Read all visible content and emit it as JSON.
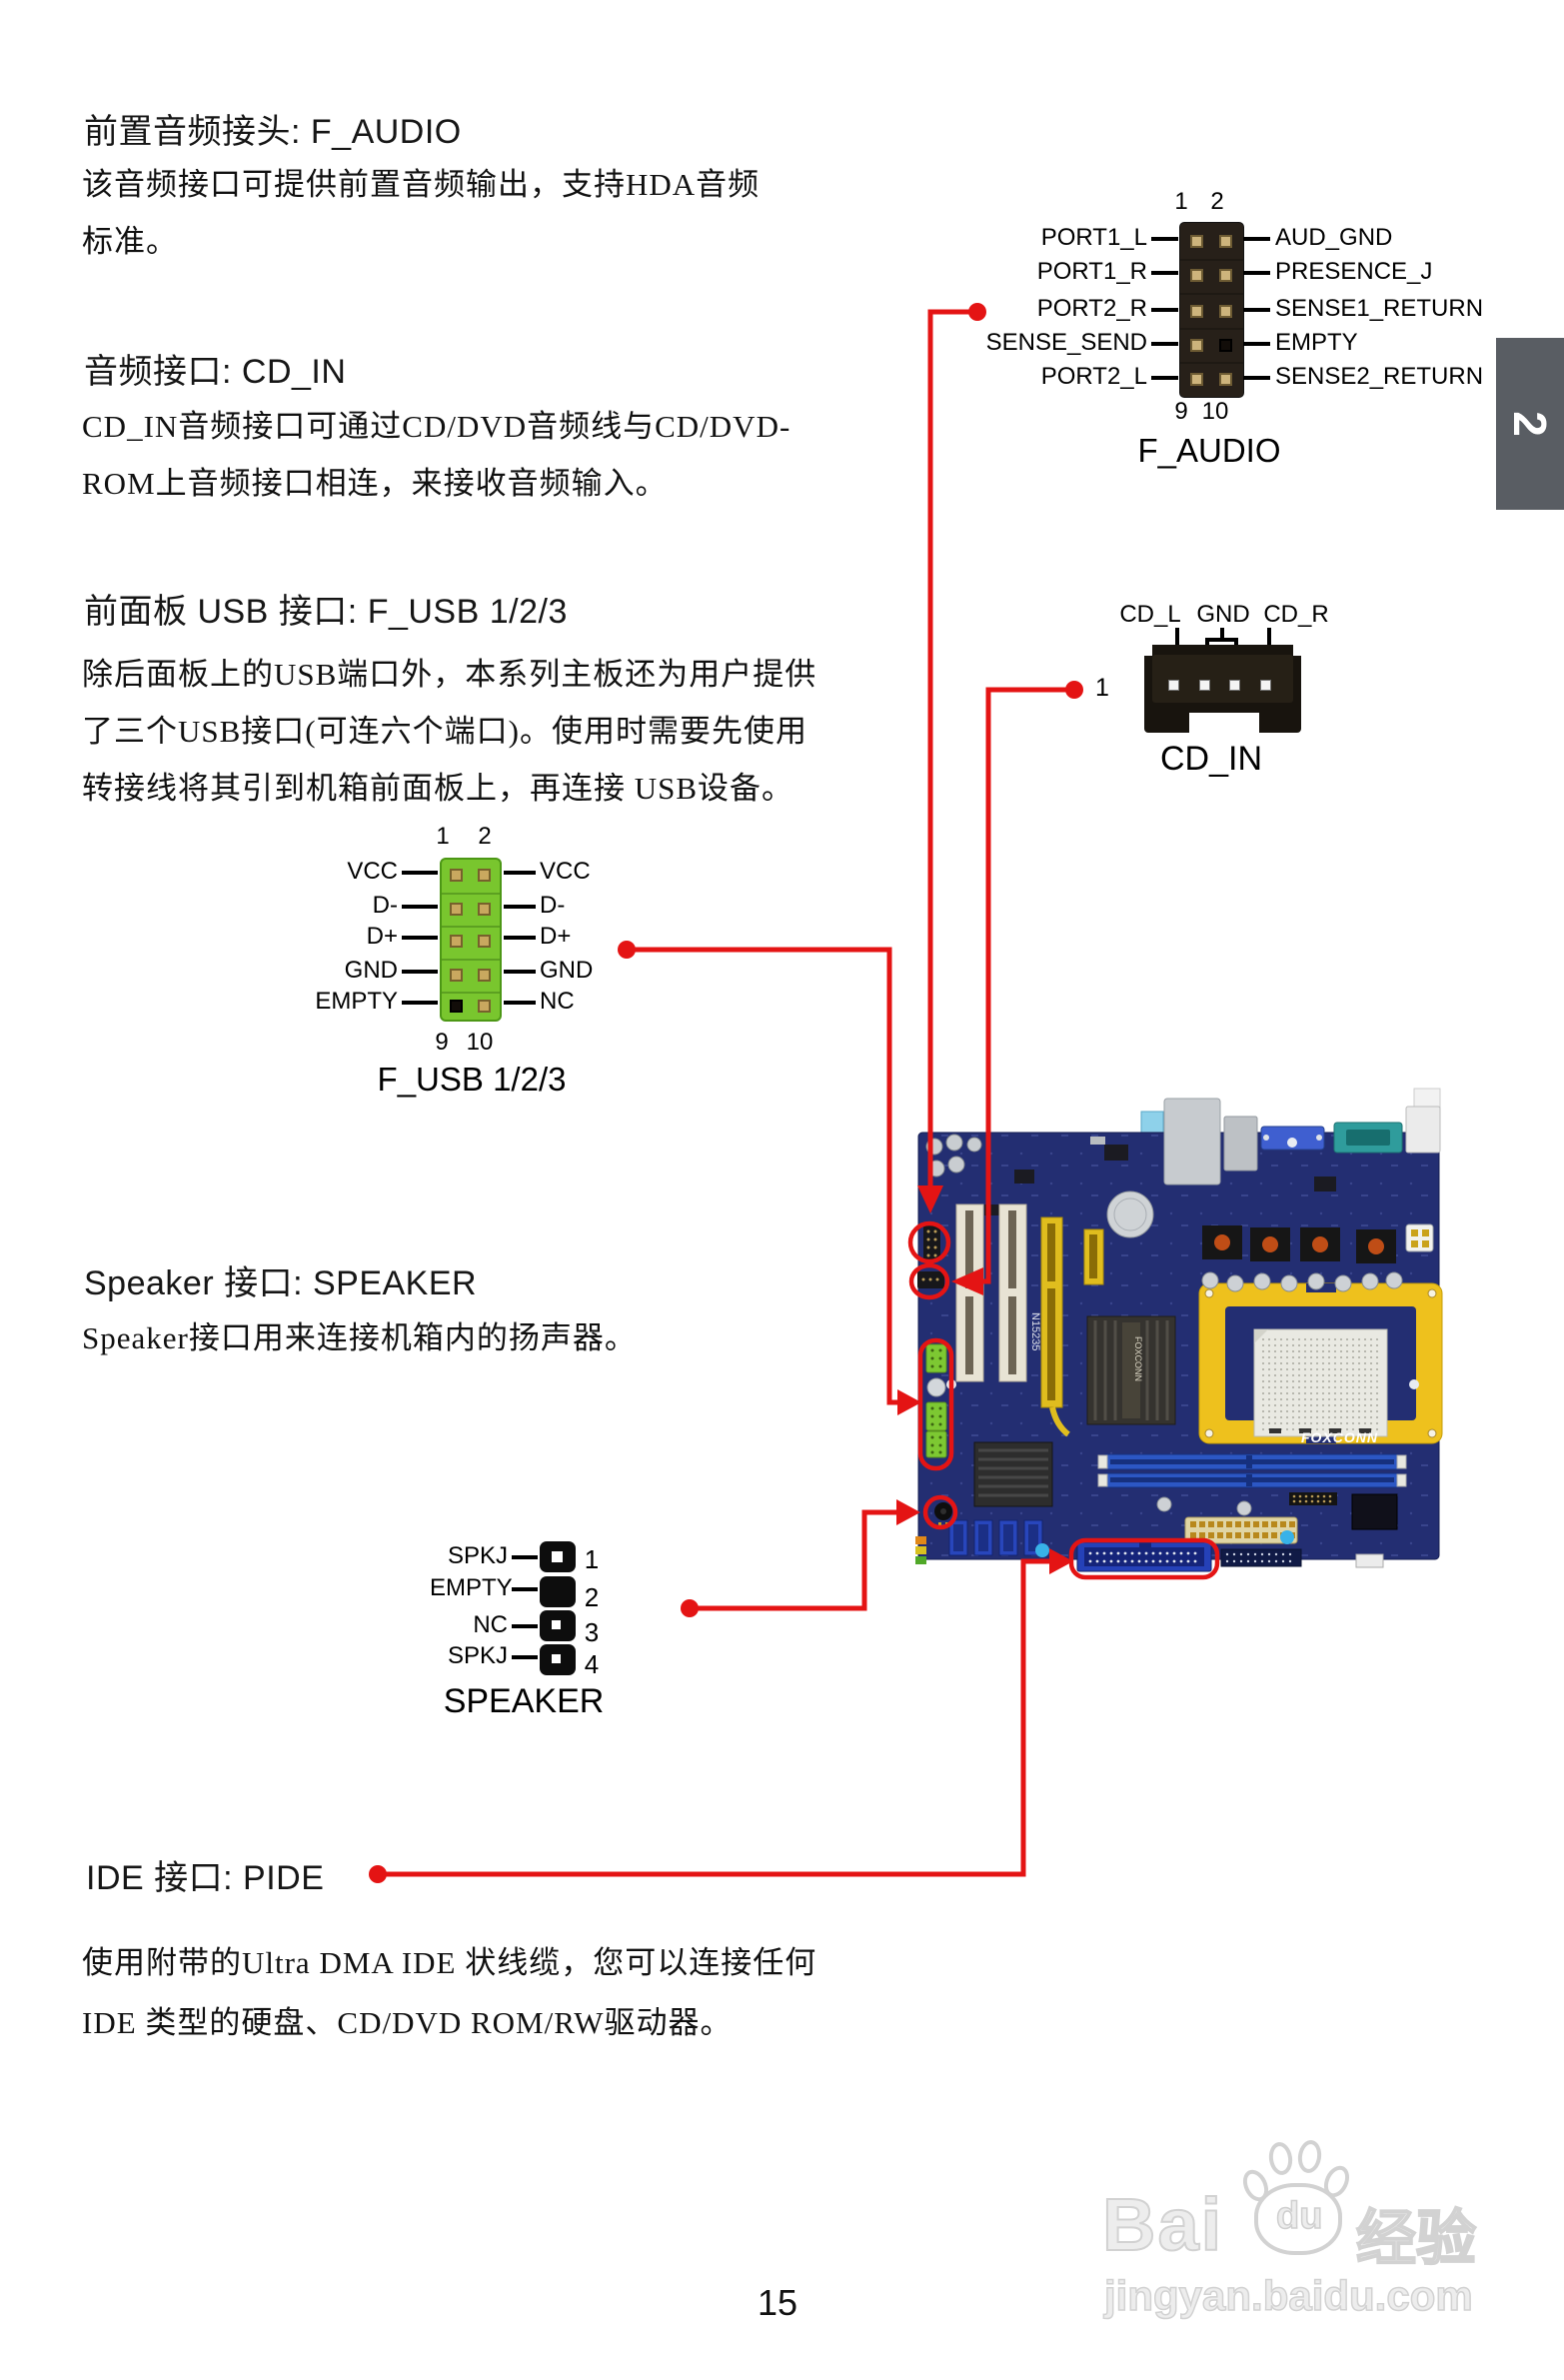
{
  "page": {
    "number": "15"
  },
  "side_tab": {
    "label": "2"
  },
  "sections": {
    "f_audio": {
      "heading": "前置音频接头: F_AUDIO",
      "lines": [
        "该音频接口可提供前置音频输出，支持HDA音频",
        "标准。"
      ]
    },
    "cd_in": {
      "heading": "音频接口: CD_IN",
      "lines": [
        "CD_IN音频接口可通过CD/DVD音频线与CD/DVD-",
        "ROM上音频接口相连，来接收音频输入。"
      ]
    },
    "f_usb": {
      "heading": "前面板 USB 接口: F_USB 1/2/3",
      "lines": [
        "除后面板上的USB端口外，本系列主板还为用户提供",
        "了三个USB接口(可连六个端口)。使用时需要先使用",
        "转接线将其引到机箱前面板上，再连接 USB设备。"
      ]
    },
    "speaker": {
      "heading": "Speaker 接口: SPEAKER",
      "lines": [
        "Speaker接口用来连接机箱内的扬声器。"
      ]
    },
    "pide": {
      "heading": "IDE 接口: PIDE",
      "lines": [
        "使用附带的Ultra DMA IDE 状线缆，您可以连接任何",
        "IDE 类型的硬盘、CD/DVD ROM/RW驱动器。"
      ]
    }
  },
  "diagrams": {
    "f_audio": {
      "title": "F_AUDIO",
      "top_pins": [
        "1",
        "2"
      ],
      "bottom_pins": [
        "9",
        "10"
      ],
      "left_labels": [
        "PORT1_L",
        "PORT1_R",
        "PORT2_R",
        "SENSE_SEND",
        "PORT2_L"
      ],
      "right_labels": [
        "AUD_GND",
        "PRESENCE_J",
        "SENSE1_RETURN",
        "EMPTY",
        "SENSE2_RETURN"
      ]
    },
    "cd_in": {
      "title": "CD_IN",
      "pin_labels": [
        "CD_L",
        "GND",
        "CD_R"
      ],
      "pin1": "1"
    },
    "f_usb": {
      "title": "F_USB 1/2/3",
      "top_pins": [
        "1",
        "2"
      ],
      "bottom_pins": [
        "9",
        "10"
      ],
      "left_labels": [
        "VCC",
        "D-",
        "D+",
        "GND",
        "EMPTY"
      ],
      "right_labels": [
        "VCC",
        "D-",
        "D+",
        "GND",
        "NC"
      ]
    },
    "speaker": {
      "title": "SPEAKER",
      "left_labels": [
        "SPKJ",
        "EMPTY",
        "NC",
        "SPKJ"
      ],
      "pin_numbers": [
        "1",
        "2",
        "3",
        "4"
      ]
    }
  },
  "motherboard": {
    "brand": "FOXCONN",
    "silkscreen": "N15235"
  },
  "watermark": {
    "brand_latin": "Bai",
    "paw_text": "du",
    "brand_cjk": "经验",
    "url": "jingyan.baidu.com"
  },
  "colors": {
    "annotation_red": "#e41414",
    "pcb_blue": "#232e72",
    "usb_header_green": "#79c62e",
    "slot_yellow": "#e0bd1e",
    "tab_gray": "#595d63"
  }
}
